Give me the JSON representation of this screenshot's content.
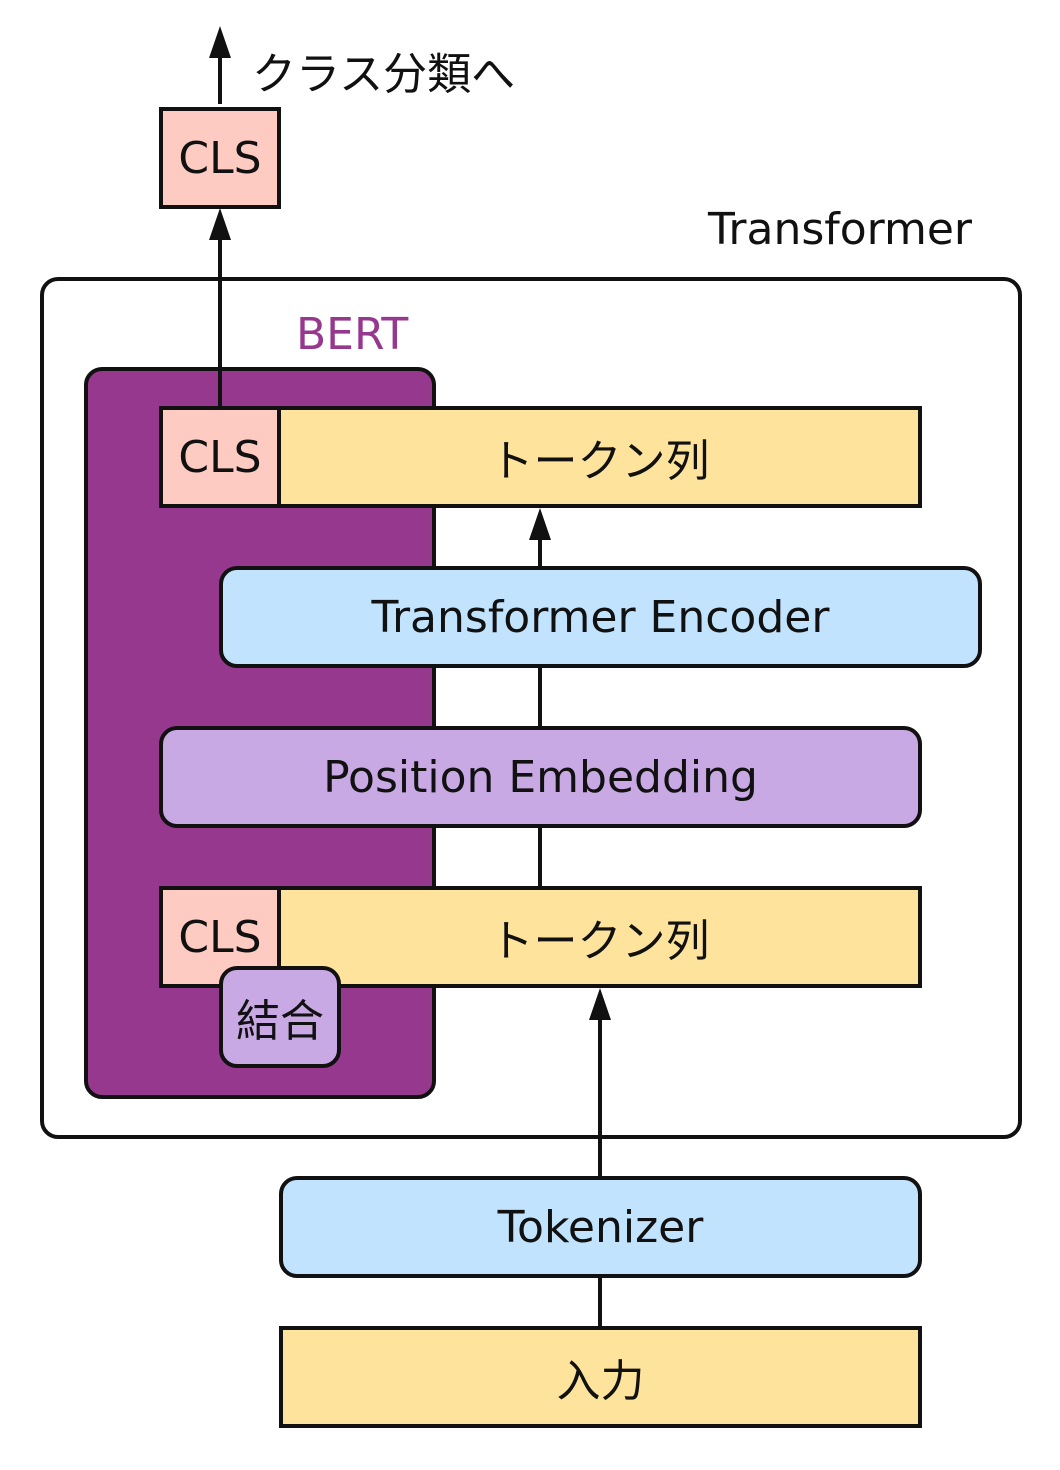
{
  "colors": {
    "cls": "#fecbc3",
    "token": "#fee39c",
    "encoder": "#c1e3fd",
    "position": "#c8a9e4",
    "bert": "#96388d",
    "bert_label": "#96388d",
    "stroke": "#111111"
  },
  "output_label": "クラス分類へ",
  "transformer_label": "Transformer",
  "bert_label": "BERT",
  "top_cls": "CLS",
  "output_row": {
    "cls": "CLS",
    "tokens": "トークン列"
  },
  "encoder": "Transformer Encoder",
  "position_embedding": "Position Embedding",
  "input_row": {
    "cls": "CLS",
    "tokens": "トークン列"
  },
  "concat": "結合",
  "tokenizer": "Tokenizer",
  "input": "入力"
}
